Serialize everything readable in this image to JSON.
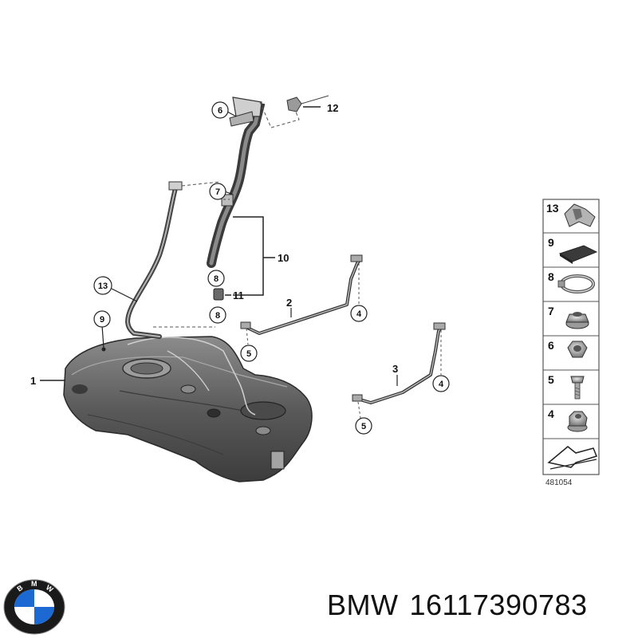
{
  "callouts": {
    "c1": "1",
    "c2": "2",
    "c3": "3",
    "c4a": "4",
    "c4b": "4",
    "c5a": "5",
    "c5b": "5",
    "c6": "6",
    "c7": "7",
    "c8a": "8",
    "c8b": "8",
    "c9": "9",
    "c10": "10",
    "c11": "11",
    "c12": "12",
    "c13": "13"
  },
  "legend": {
    "items": [
      "13",
      "9",
      "8",
      "7",
      "6",
      "5",
      "4"
    ],
    "diagram_number": "481054"
  },
  "caption": {
    "brand": "BMW",
    "part_number": "16117390783"
  },
  "logo": {
    "letters": [
      "B",
      "M",
      "W"
    ],
    "colors": {
      "blue": "#1c69d4",
      "white": "#ffffff",
      "ring": "#1a1a1a"
    }
  }
}
